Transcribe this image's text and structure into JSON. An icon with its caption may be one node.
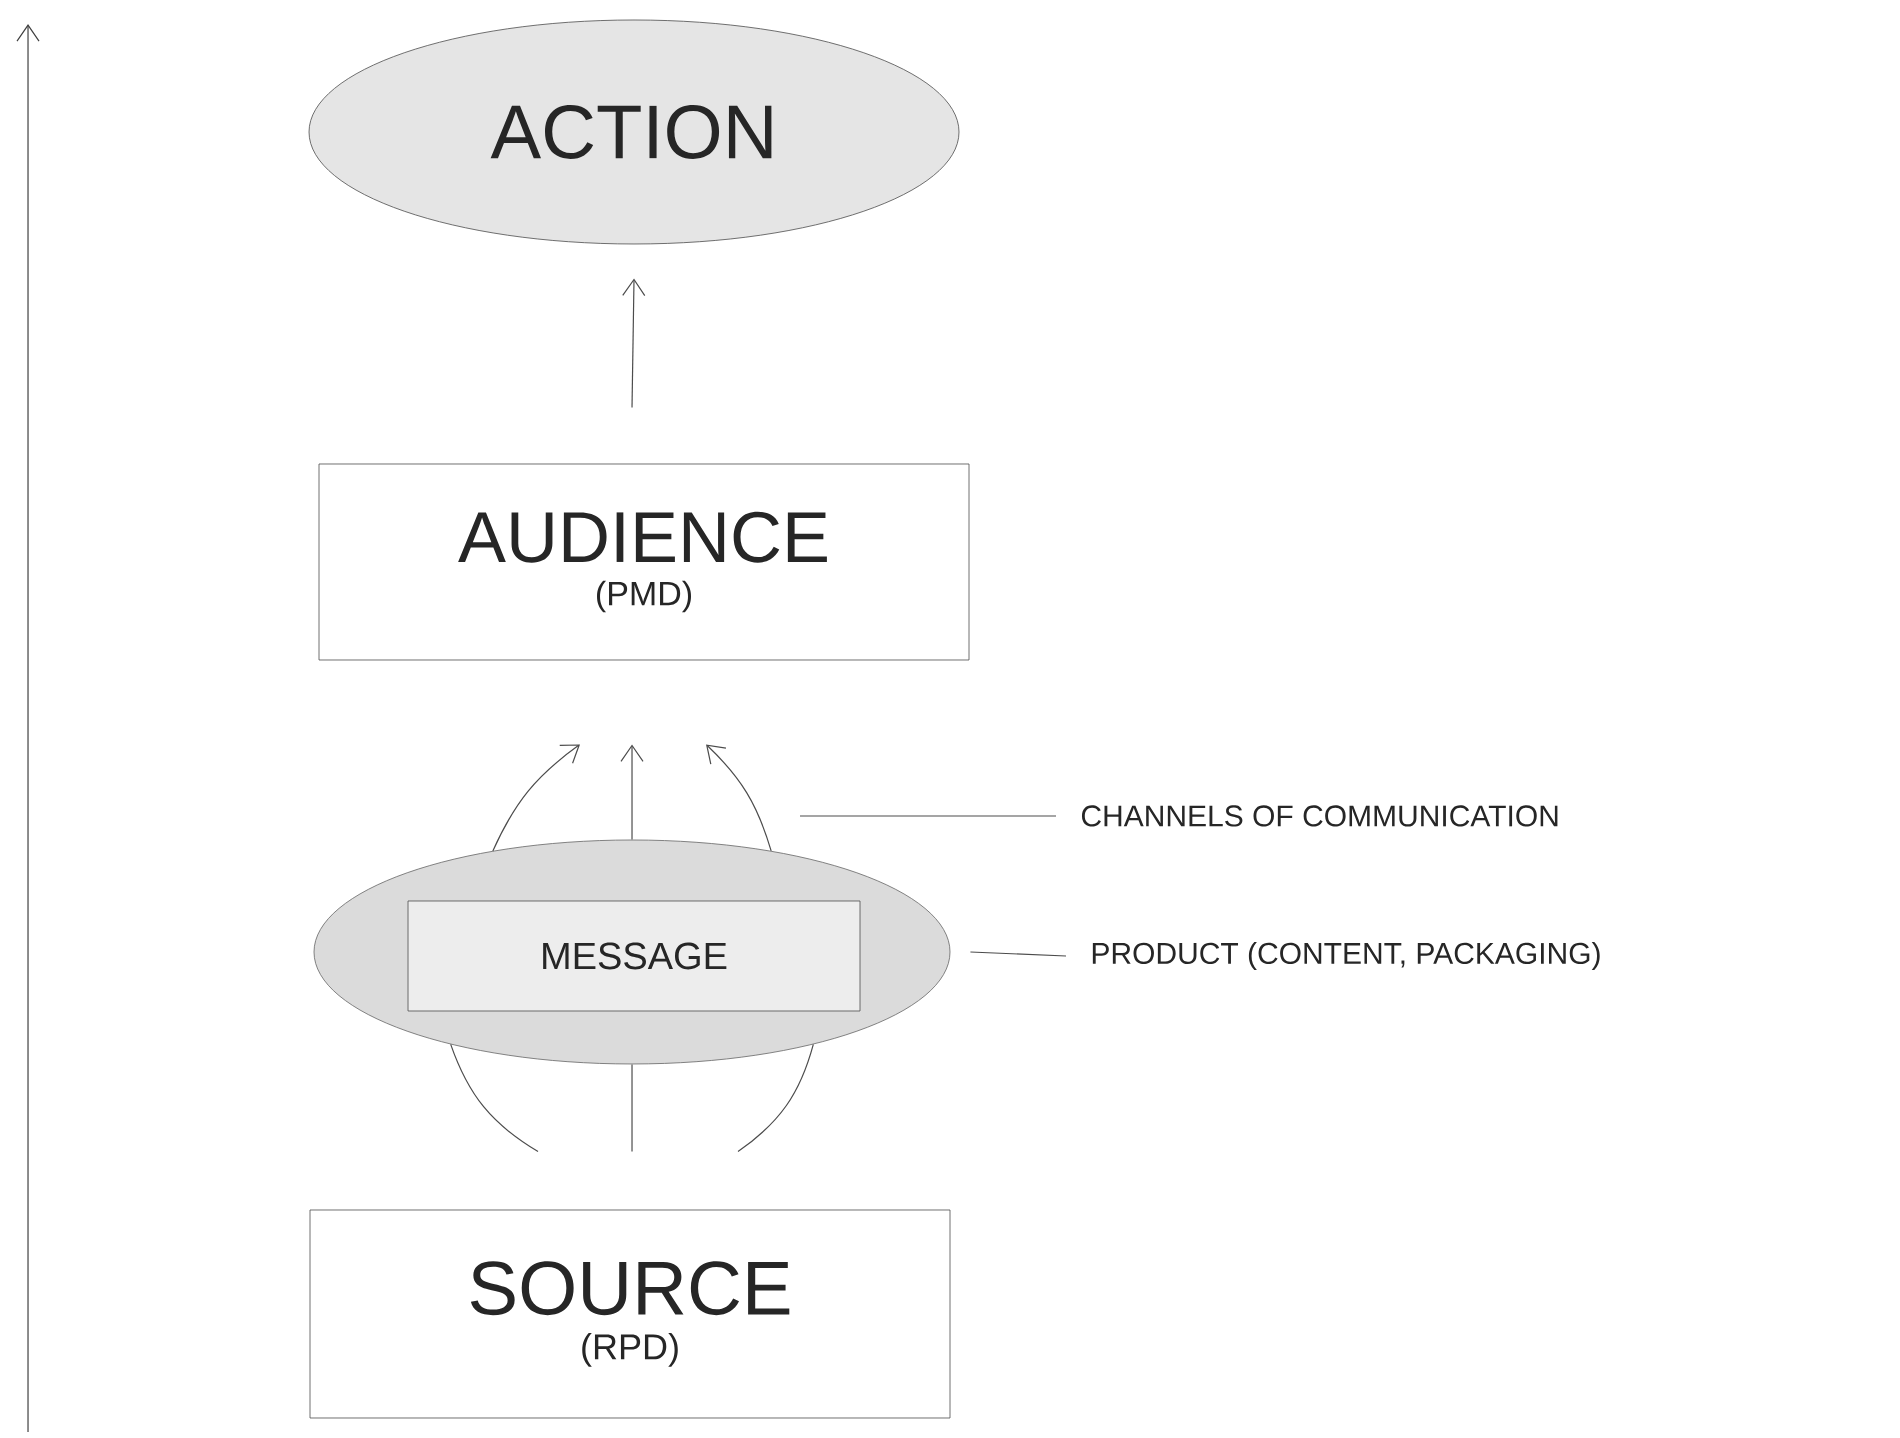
{
  "diagram": {
    "nodes": [
      {
        "text": [
          "ACTION"
        ]
      },
      {
        "text": [
          "AUDIENCE",
          "(PMD)"
        ]
      },
      {
        "text": [],
        "shape": "ellipse"
      },
      {
        "text": [
          "MESSAGE"
        ],
        "in": 2
      },
      {
        "text": [
          "SOURCE",
          "(RPD)"
        ]
      },
      {
        "text": [
          "CHANNELS OF COMMUNICATION"
        ]
      },
      {
        "text": [
          "PRODUCT (CONTENT, PACKAGING)"
        ]
      }
    ],
    "edges": [
      {
        "from": 1,
        "to": 0,
        "arrow": "to"
      },
      {
        "from": 4,
        "to": 2,
        "arrow": "none"
      },
      {
        "from": 4,
        "to": 2,
        "arrow": "none"
      },
      {
        "from": 4,
        "to": 2,
        "arrow": "none"
      },
      {
        "from": 2,
        "to": 1,
        "arrow": "to"
      },
      {
        "from": 2,
        "to": 1,
        "arrow": "to"
      },
      {
        "from": 2,
        "to": 1,
        "arrow": "to"
      },
      {
        "from": 5,
        "to": null,
        "arrow": "none"
      },
      {
        "from": 6,
        "to": 2,
        "arrow": "none"
      }
    ]
  }
}
